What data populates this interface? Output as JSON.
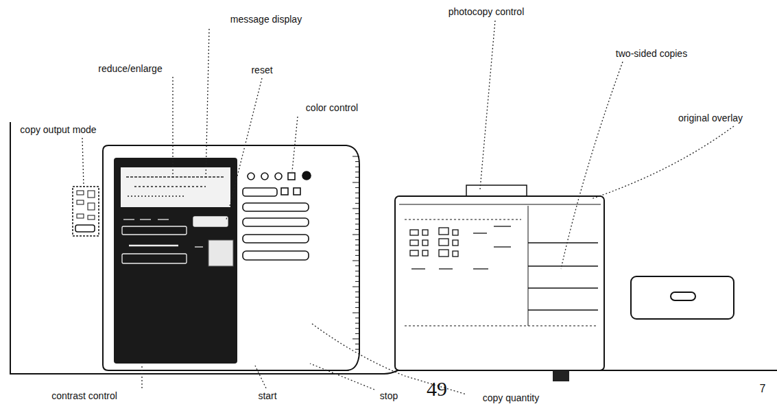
{
  "diagram": {
    "labels": [
      "message display",
      "photocopy control",
      "reduce/enlarge",
      "reset",
      "two-sided copies",
      "copy output mode",
      "color control",
      "original overlay",
      "contrast control",
      "start",
      "stop",
      "49",
      "copy quantity",
      "7"
    ]
  }
}
